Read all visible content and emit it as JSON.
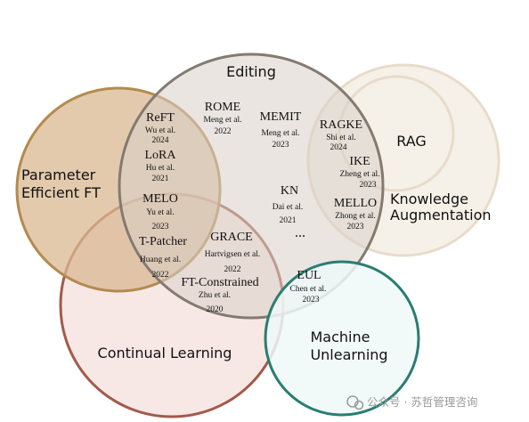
{
  "labels": {
    "editing": "Editing",
    "peft_line1": "Parameter",
    "peft_line2": "Efficient FT",
    "rag": "RAG",
    "ka_line1": "Knowledge",
    "ka_line2": "Augmentation",
    "continual": "Continual Learning",
    "mu_line1": "Machine",
    "mu_line2": "Unlearning"
  },
  "methods": {
    "rome": {
      "name": "ROME",
      "cite1": "Meng et al.",
      "cite2": "2022"
    },
    "memit": {
      "name": "MEMIT",
      "cite1": "Meng et al.",
      "cite2": "2023"
    },
    "reft": {
      "name": "ReFT",
      "cite1": "Wu et al.",
      "cite2": "2024"
    },
    "lora": {
      "name": "LoRA",
      "cite1": "Hu et al.",
      "cite2": "2021"
    },
    "melo": {
      "name": "MELO",
      "cite1": "Yu et al.",
      "cite2": "2023"
    },
    "tpatcher": {
      "name": "T-Patcher",
      "cite1": "Huang et al.",
      "cite2": "2022"
    },
    "grace": {
      "name": "GRACE",
      "cite1": "Hartvigsen et al.",
      "cite2": "2022"
    },
    "ftc": {
      "name": "FT-Constrained",
      "cite1": "Zhu et al.",
      "cite2": "2020"
    },
    "kn": {
      "name": "KN",
      "cite1": "Dai et al.",
      "cite2": "2021"
    },
    "ragke": {
      "name": "RAGKE",
      "cite1": "Shi et al.",
      "cite2": "2024"
    },
    "ike": {
      "name": "IKE",
      "cite1": "Zheng et al.",
      "cite2": "2023"
    },
    "mello": {
      "name": "MELLO",
      "cite1": "Zhong et al.",
      "cite2": "2023"
    },
    "eul": {
      "name": "EUL",
      "cite1": "Chen et al.",
      "cite2": "2023"
    },
    "ellipsis": "..."
  },
  "watermark": "公众号 · 苏哲管理咨询",
  "colors": {
    "peft_fill": "#d9b891",
    "peft_stroke": "#b48a4e",
    "continual_fill": "#f1d9d3",
    "continual_stroke": "#a35a4b",
    "editing_fill": "#d8d0c8",
    "editing_stroke": "#847a70",
    "ka_fill": "#f4ede2",
    "ka_stroke": "#e7dccb",
    "mu_fill": "#eef8f8",
    "mu_stroke": "#2a7d72"
  }
}
